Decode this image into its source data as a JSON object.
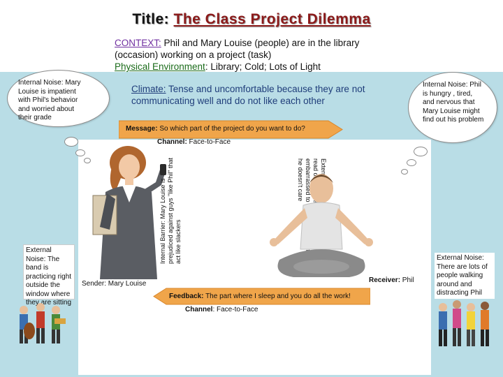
{
  "title": {
    "label": "Title:",
    "text": "The Class Project Dilemma"
  },
  "context": {
    "label": "CONTEXT:",
    "text": " Phil and Mary Louise (people) are in the library (occasion) working on a project (task)",
    "env_label": "Physical Environment",
    "env_text": ": Library; Cold; Lots of Light"
  },
  "climate": {
    "label": "Climate:",
    "text": " Tense and uncomfortable because they are not communicating well and do not like each other"
  },
  "noise_left": {
    "text": "Internal Noise: Mary Louise is impatient with Phil's behavior and worried about their grade"
  },
  "noise_right": {
    "text": "Internal Noise: Phil is hungry , tired, and nervous that Mary Louise might find out his problem"
  },
  "message": {
    "label": "Message:",
    "text": " So which part of the project do you want to do?"
  },
  "channel_top": {
    "label": "Channel:",
    "text": " Face-to-Face"
  },
  "feedback": {
    "label": "Feedback:",
    "text": " The part where I sleep and you do all the work!"
  },
  "channel_bottom": {
    "label": "Channel",
    "text": ": Face-to-Face"
  },
  "sender": {
    "text": "Sender: Mary Louise"
  },
  "receiver": {
    "label": "Receiver:",
    "text": " Phil"
  },
  "barrier_sender": {
    "text": "Internal Barrier: Mary Louise is prejudiced against guys \"like Phil\" that act like slackers"
  },
  "barrier_receiver": {
    "text": "External/Internal Barrier: Phil cannot read or write well and he is too embarrassed to admit it so he acts like he doesn't care"
  },
  "external_left": {
    "text": "External Noise: The band is practicing right outside the window where they are sitting"
  },
  "external_right": {
    "text": "External Noise: There are lots of people walking around and distracting Phil"
  },
  "colors": {
    "panel": "#b9dde6",
    "arrow": "#f0a54a",
    "title_accent": "#8b1a1a",
    "context_label": "#7030a0",
    "env_label": "#1a6b1a",
    "climate": "#1f3d7a"
  }
}
